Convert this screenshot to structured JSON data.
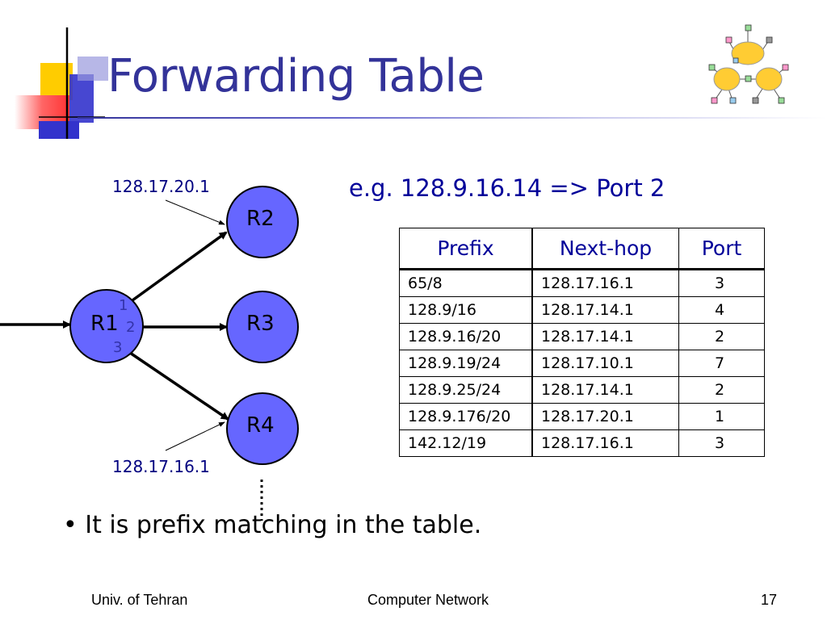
{
  "slide": {
    "title": "Forwarding Table",
    "example": "e.g. 128.9.16.14 => Port 2",
    "bullet": "It is prefix matching in the table.",
    "bullet_marker": "•"
  },
  "diagram": {
    "routers": {
      "r1": "R1",
      "r2": "R2",
      "r3": "R3",
      "r4": "R4"
    },
    "ports": {
      "p1": "1",
      "p2": "2",
      "p3": "3"
    },
    "addresses": {
      "top": "128.17.20.1",
      "bottom": "128.17.16.1"
    },
    "router_color": "#6666ff"
  },
  "table": {
    "headers": {
      "prefix": "Prefix",
      "next_hop": "Next-hop",
      "port": "Port"
    },
    "rows": [
      {
        "prefix": "65/8",
        "next_hop": "128.17.16.1",
        "port": "3"
      },
      {
        "prefix": "128.9/16",
        "next_hop": "128.17.14.1",
        "port": "4"
      },
      {
        "prefix": "128.9.16/20",
        "next_hop": "128.17.14.1",
        "port": "2"
      },
      {
        "prefix": "128.9.19/24",
        "next_hop": "128.17.10.1",
        "port": "7"
      },
      {
        "prefix": "128.9.25/24",
        "next_hop": "128.17.14.1",
        "port": "2"
      },
      {
        "prefix": "128.9.176/20",
        "next_hop": "128.17.20.1",
        "port": "1"
      },
      {
        "prefix": "142.12/19",
        "next_hop": "128.17.16.1",
        "port": "3"
      }
    ]
  },
  "footer": {
    "left": "Univ. of Tehran",
    "center": "Computer Network",
    "page": "17"
  },
  "colors": {
    "title": "#333399",
    "accent_yellow": "#ffcc00",
    "accent_red": "#ff3333",
    "accent_blue": "#3333cc"
  }
}
